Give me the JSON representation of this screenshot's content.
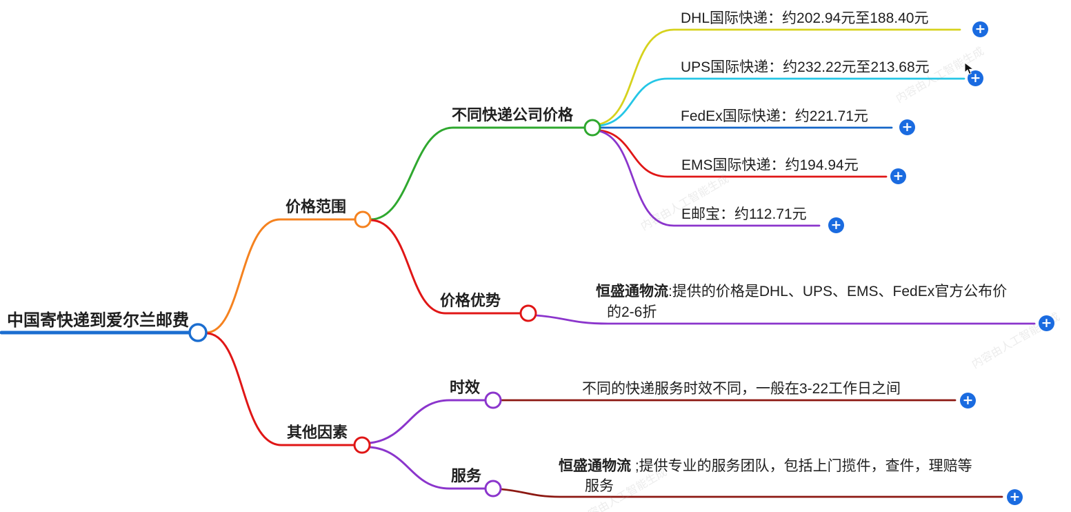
{
  "root": {
    "label": "中国寄快递到爱尔兰邮费"
  },
  "nodes": {
    "price_range": {
      "label": "价格范围"
    },
    "company_prices": {
      "label": "不同快递公司价格"
    },
    "price_advantage": {
      "label": "价格优势"
    },
    "other_factors": {
      "label": "其他因素"
    },
    "timeliness": {
      "label": "时效"
    },
    "service": {
      "label": "服务"
    }
  },
  "leaves": {
    "dhl": {
      "text": "DHL国际快递：约202.94元至188.40元"
    },
    "ups": {
      "text": "UPS国际快递：约232.22元至213.68元"
    },
    "fedex": {
      "text": "FedEx国际快递：约221.71元"
    },
    "ems": {
      "text": "EMS国际快递：约194.94元"
    },
    "epacket": {
      "text": "E邮宝：约112.71元"
    },
    "price_advantage_note": {
      "brand": "恒盛通物流",
      "rest": ":提供的价格是DHL、UPS、EMS、FedEx官方公布价的2-6折"
    },
    "timeliness_note": {
      "text": "不同的快递服务时效不同，一般在3-22工作日之间"
    },
    "service_note": {
      "brand": "恒盛通物流",
      "rest": " ;提供专业的服务团队，包括上门揽件，查件，理赔等服务"
    }
  },
  "expand_button": {
    "glyph": "+"
  },
  "watermark": {
    "text": "内容由人工智能生成"
  },
  "colors": {
    "root_line": "#1b6ed0",
    "orange": "#f5821f",
    "green": "#2fa82f",
    "red": "#e01616",
    "yellow": "#d6d21d",
    "cyan": "#25c6e6",
    "blue": "#1566c8",
    "purple": "#8b35cc",
    "maroon": "#8c1812",
    "button_blue": "#1a6be0"
  }
}
